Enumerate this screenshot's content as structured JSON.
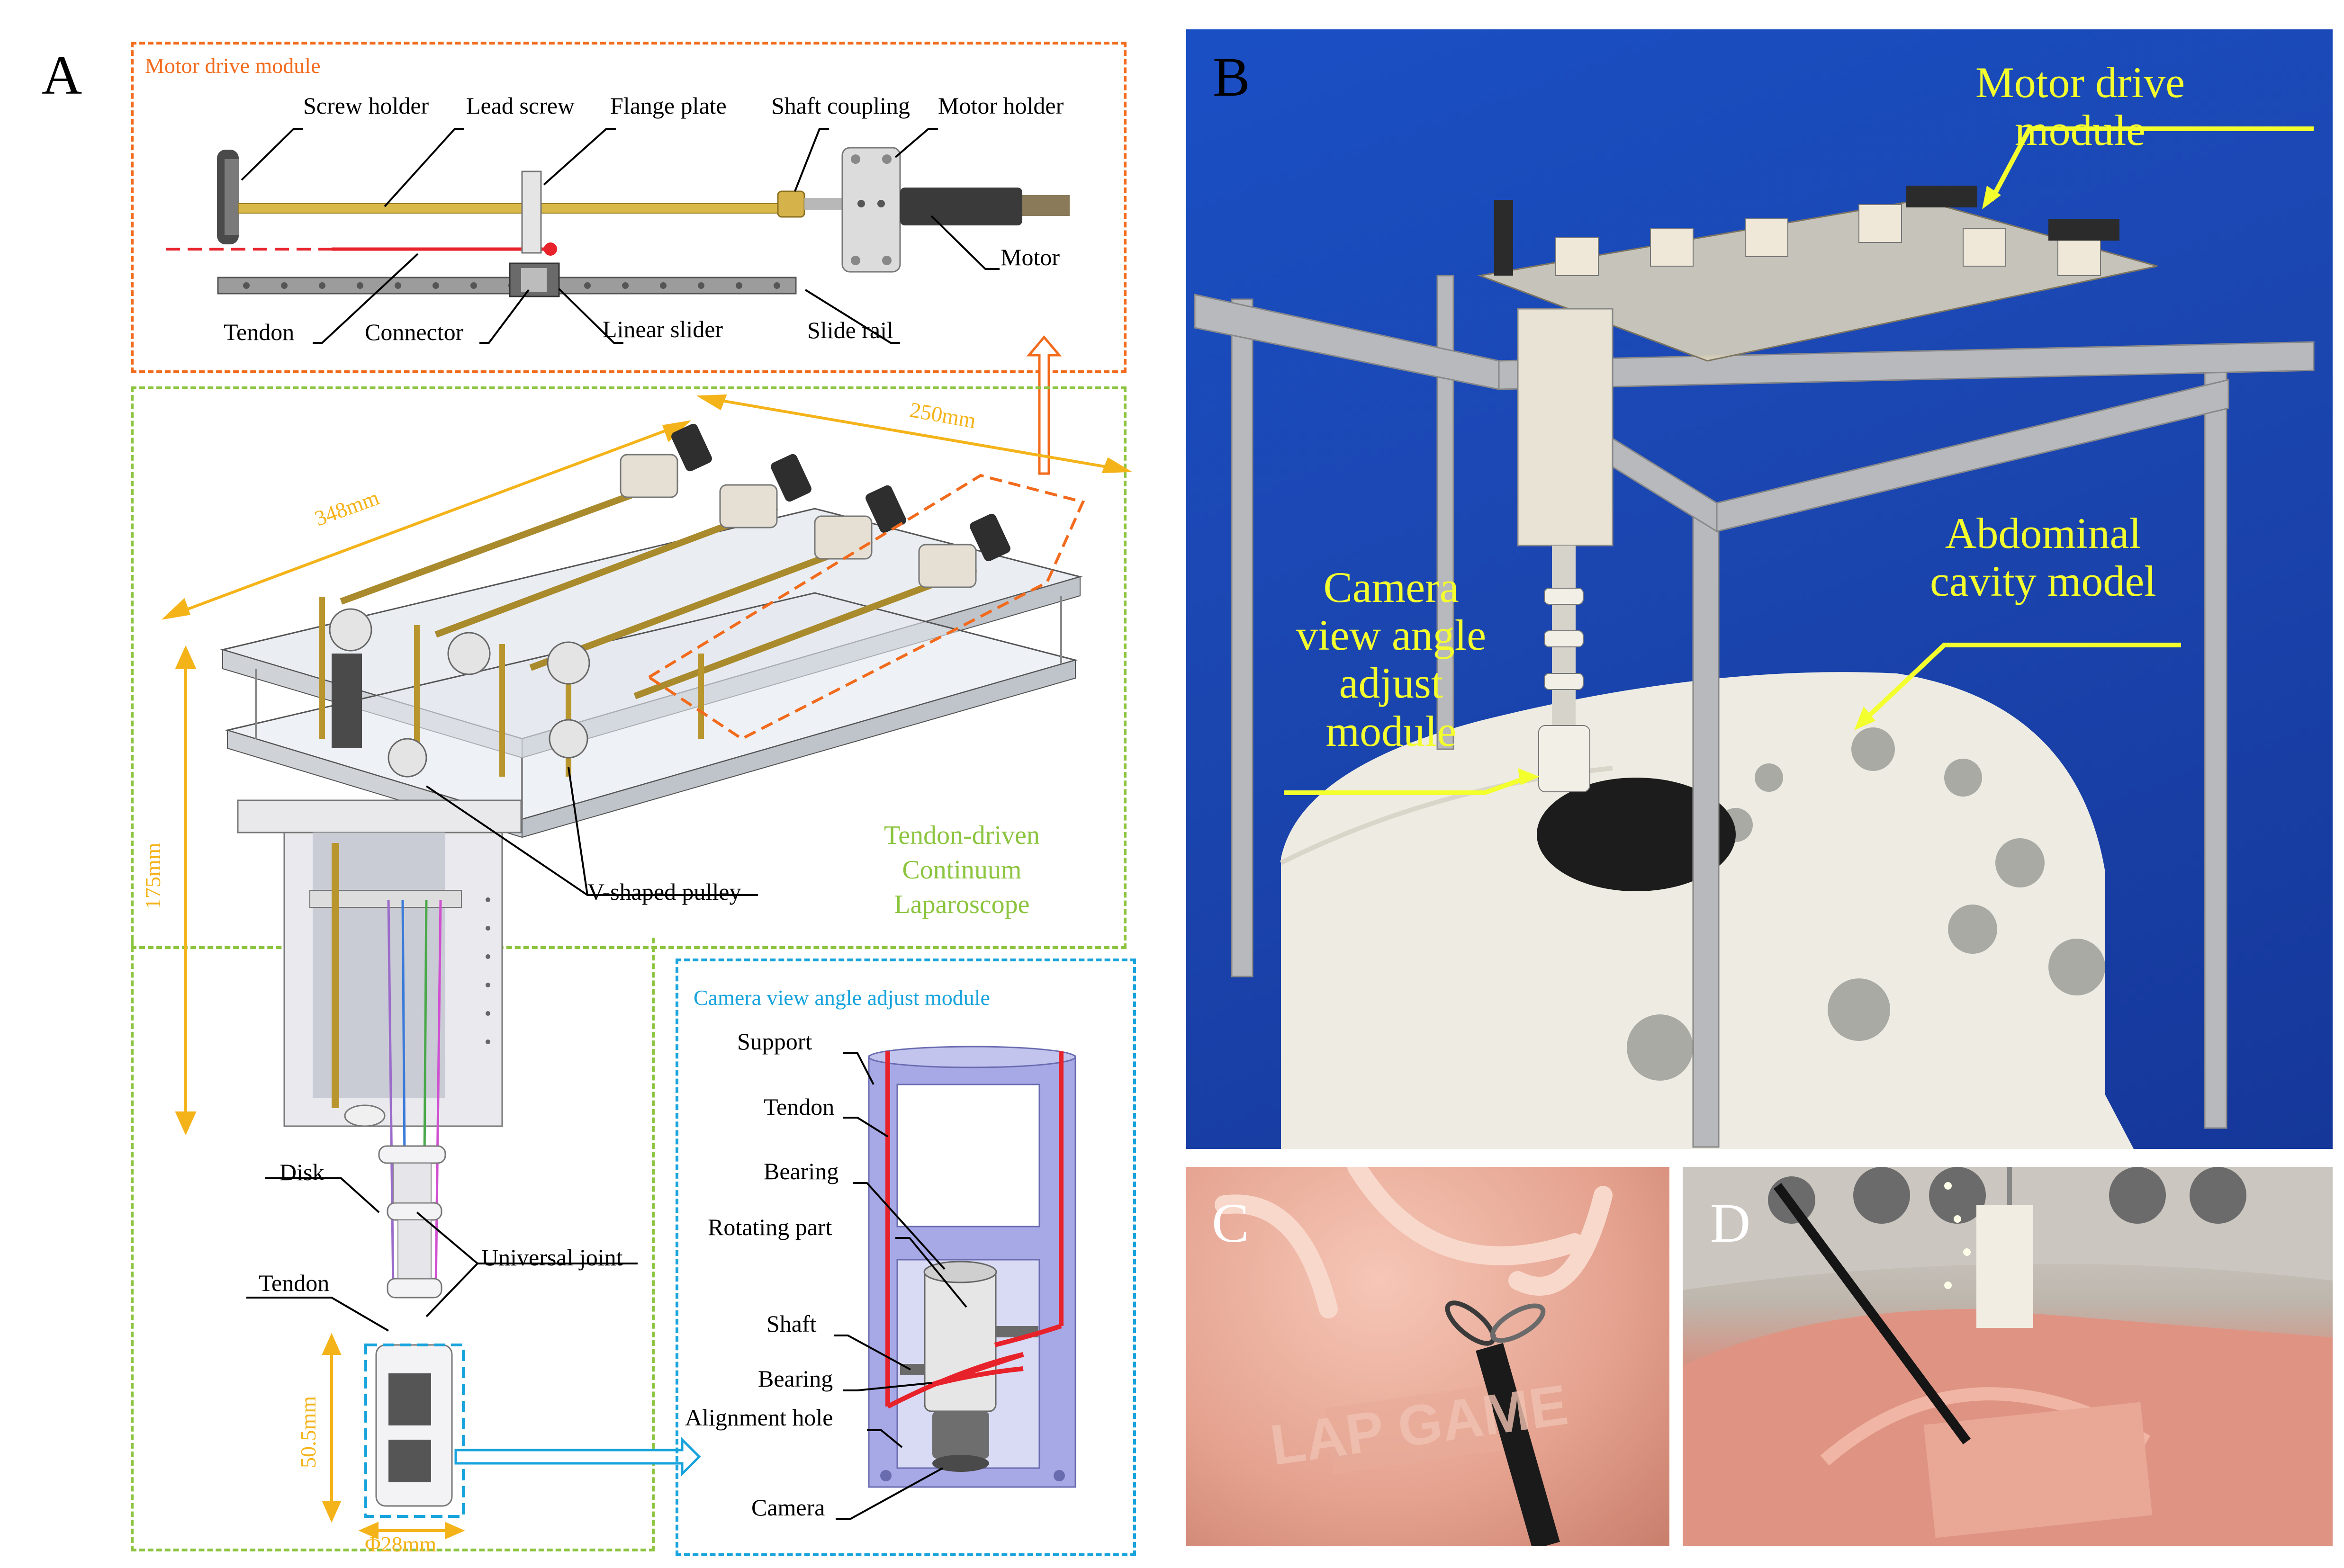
{
  "panels": {
    "a": "A",
    "b": "B",
    "c": "C",
    "d": "D"
  },
  "motor_module": {
    "title": "Motor drive module",
    "labels": {
      "screw_holder": "Screw holder",
      "lead_screw": "Lead screw",
      "flange_plate": "Flange plate",
      "shaft_coupling": "Shaft coupling",
      "motor_holder": "Motor holder",
      "motor": "Motor",
      "tendon": "Tendon",
      "connector": "Connector",
      "linear_slider": "Linear slider",
      "slide_rail": "Slide rail"
    }
  },
  "laparoscope": {
    "title_lines": [
      "Tendon-driven",
      "Continuum",
      "Laparoscope"
    ],
    "dimensions": {
      "width": "250mm",
      "depth": "348mm",
      "height": "175mm",
      "tip_length": "50.5mm",
      "diameter": "Φ28mm"
    },
    "labels": {
      "v_pulley": "V-shaped pulley",
      "disk": "Disk",
      "universal_joint": "Universal joint",
      "tendon": "Tendon"
    }
  },
  "camera_module": {
    "title": "Camera view angle adjust module",
    "labels": {
      "support": "Support",
      "tendon": "Tendon",
      "bearing_top": "Bearing",
      "rotating_part": "Rotating part",
      "shaft": "Shaft",
      "bearing_bottom": "Bearing",
      "alignment_hole": "Alignment hole",
      "camera": "Camera"
    }
  },
  "photo_b": {
    "motor_label_lines": [
      "Motor drive",
      "module"
    ],
    "abdominal_label_lines": [
      "Abdominal",
      "cavity model"
    ],
    "camera_label_lines": [
      "Camera",
      "view angle",
      "adjust",
      "module"
    ]
  },
  "photo_c": {
    "embossed_text": "LAP GAME"
  },
  "colors": {
    "orange_box": "#f26a1b",
    "green_box": "#8cc43f",
    "blue_box": "#17a3dc",
    "dimension": "#f5b31a",
    "photo_label": "#f4ff2e",
    "tendon": "#e8222a"
  }
}
